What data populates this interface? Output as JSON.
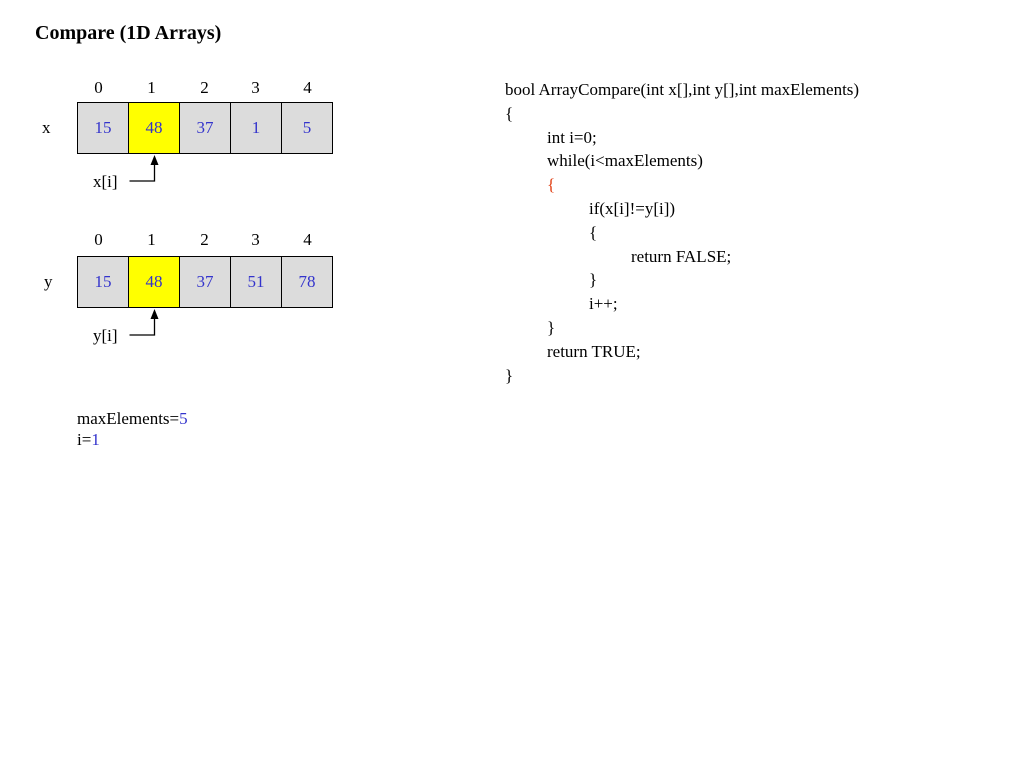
{
  "title": "Compare (1D Arrays)",
  "colors": {
    "cell_background": "#dcdcdc",
    "cell_highlight": "#ffff00",
    "value_text": "#3333cc",
    "code_highlight": "#e03c10"
  },
  "arrays": [
    {
      "name": "x",
      "indices": [
        "0",
        "1",
        "2",
        "3",
        "4"
      ],
      "values": [
        "15",
        "48",
        "37",
        "1",
        "5"
      ],
      "highlight_index": 1,
      "pointer_label": "x[i]"
    },
    {
      "name": "y",
      "indices": [
        "0",
        "1",
        "2",
        "3",
        "4"
      ],
      "values": [
        "15",
        "48",
        "37",
        "51",
        "78"
      ],
      "highlight_index": 1,
      "pointer_label": "y[i]"
    }
  ],
  "variables": [
    {
      "name": "maxElements=",
      "value": "5"
    },
    {
      "name": "i=",
      "value": "1"
    }
  ],
  "code": {
    "highlight_line": 4,
    "lines": [
      {
        "indent": 0,
        "text": "bool ArrayCompare(int x[],int y[],int maxElements)"
      },
      {
        "indent": 0,
        "text": "{"
      },
      {
        "indent": 1,
        "text": "int i=0;"
      },
      {
        "indent": 1,
        "text": "while(i<maxElements)"
      },
      {
        "indent": 1,
        "text": "{"
      },
      {
        "indent": 2,
        "text": "if(x[i]!=y[i])"
      },
      {
        "indent": 2,
        "text": "{"
      },
      {
        "indent": 3,
        "text": "return FALSE;"
      },
      {
        "indent": 2,
        "text": "}"
      },
      {
        "indent": 2,
        "text": "i++;"
      },
      {
        "indent": 1,
        "text": "}"
      },
      {
        "indent": 1,
        "text": "return TRUE;"
      },
      {
        "indent": 0,
        "text": "}"
      }
    ]
  }
}
